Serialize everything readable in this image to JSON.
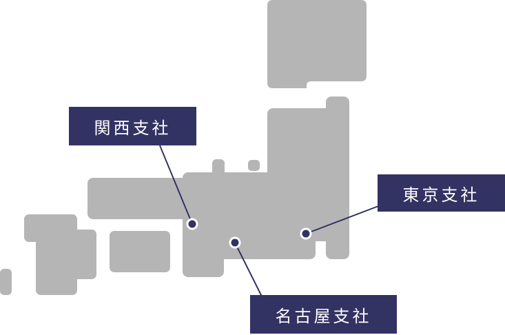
{
  "colors": {
    "land": "#b5b5b5",
    "accent": "#323263"
  },
  "offices": [
    {
      "name": "関西支社"
    },
    {
      "name": "東京支社"
    },
    {
      "name": "名古屋支社"
    }
  ]
}
